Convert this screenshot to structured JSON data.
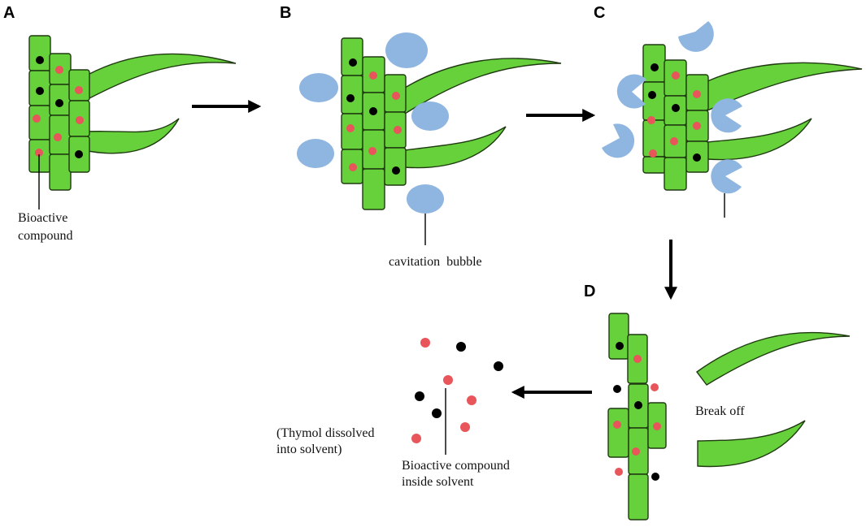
{
  "panels": {
    "a": "A",
    "b": "B",
    "c": "C",
    "d": "D"
  },
  "labels": {
    "bioactive_compound": [
      "Bioactive",
      "compound"
    ],
    "cavitation_bubble": "cavitation  bubble",
    "break_off": "Break off",
    "thymol": [
      "(Thymol dissolved",
      "into solvent)"
    ],
    "bioactive_inside": [
      "Bioactive compound",
      "inside solvent"
    ]
  },
  "colors": {
    "cell_fill": "#66d13a",
    "cell_outline": "#1f3a10",
    "bubble": "#8fb6e0",
    "compound_red": "#e8555a",
    "compound_black": "#000000",
    "arrow": "#000000"
  }
}
